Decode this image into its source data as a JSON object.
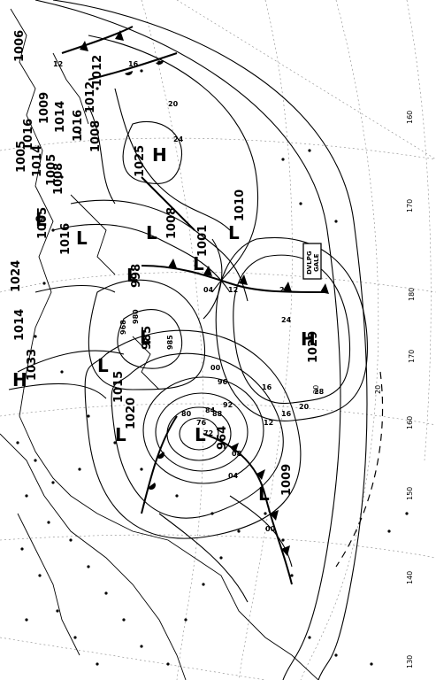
{
  "map": {
    "pressure_centers": [
      {
        "id": "h-left",
        "symbol": "H",
        "value": "1033"
      },
      {
        "id": "h-1025",
        "symbol": "H",
        "value": "1025"
      },
      {
        "id": "h-1029",
        "symbol": "H",
        "value": "1029"
      },
      {
        "id": "l-1008",
        "symbol": "L",
        "value": "1008"
      },
      {
        "id": "l-1001",
        "symbol": "L",
        "value": "1001"
      },
      {
        "id": "l-1010",
        "symbol": "L",
        "value": "1010"
      },
      {
        "id": "l-998",
        "symbol": "L",
        "value": "998"
      },
      {
        "id": "l-985",
        "symbol": "L",
        "value": "985"
      },
      {
        "id": "l-964",
        "symbol": "L",
        "value": "964"
      },
      {
        "id": "l-1009",
        "symbol": "L",
        "value": "1009"
      },
      {
        "id": "l-1015",
        "symbol": "L",
        "value": "1015"
      },
      {
        "id": "l-1020",
        "symbol": "L",
        "value": "1020"
      },
      {
        "id": "l-1016",
        "symbol": "L",
        "value": "1016"
      },
      {
        "id": "l-1005",
        "symbol": "L",
        "value": "1005"
      }
    ],
    "isobar_labels": [
      "1006",
      "1012",
      "1009",
      "1014",
      "1016",
      "1005",
      "1008",
      "1005",
      "1014",
      "1016",
      "1024",
      "1014",
      "1012",
      "1008",
      "08",
      "12",
      "16",
      "20",
      "24",
      "04",
      "00",
      "96",
      "92",
      "88",
      "84",
      "80",
      "76",
      "72",
      "968",
      "980",
      "985",
      "12",
      "16",
      "20",
      "24",
      "28",
      "20",
      "16",
      "12",
      "08",
      "04",
      "00"
    ],
    "warning_label": {
      "line1": "DVLPG",
      "line2": "GALE"
    },
    "longitude_labels": [
      "160",
      "170",
      "180",
      "170",
      "160",
      "150",
      "140",
      "130"
    ],
    "latitude_labels": [
      "20",
      "30"
    ],
    "colors": {
      "ink": "#000000",
      "paper": "#ffffff",
      "grid": "#888888"
    }
  }
}
